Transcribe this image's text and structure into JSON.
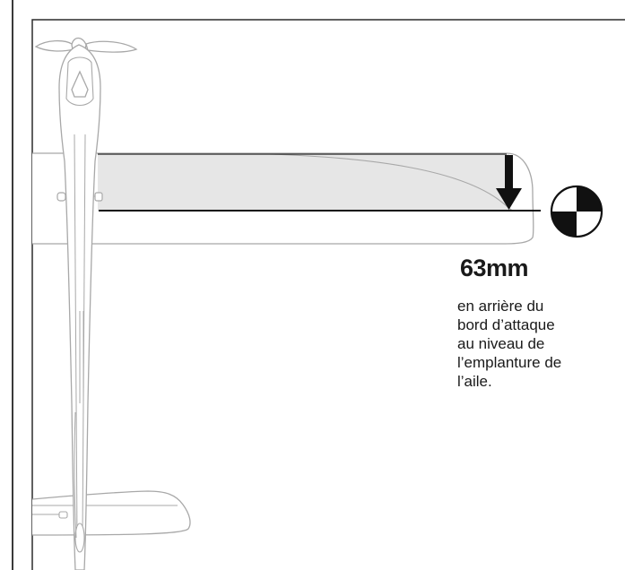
{
  "cg": {
    "measurement": "63mm",
    "description_lines": [
      "en arrière du",
      "bord d’attaque",
      "au niveau de",
      "l’emplanture de",
      "l’aile."
    ]
  },
  "icons": {
    "cg_marker": "center-of-gravity-symbol",
    "arrow": "arrow-down-icon"
  },
  "colors": {
    "outline": "#a8a8a8",
    "frame": "#2b2b2b",
    "highlight": "#e6e6e6",
    "ink": "#111111"
  }
}
